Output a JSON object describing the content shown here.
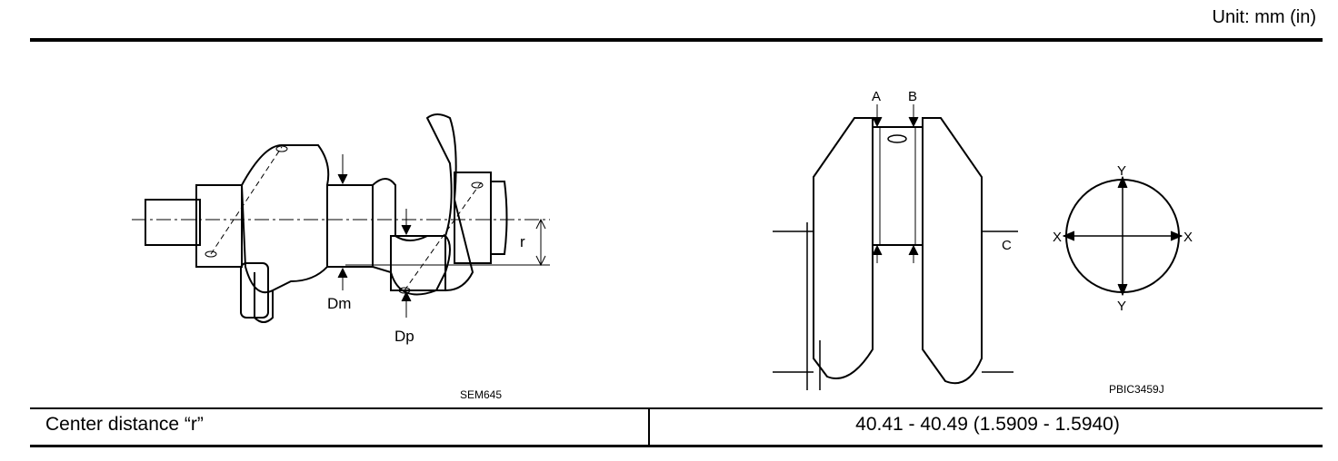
{
  "header": {
    "unit": "Unit: mm (in)"
  },
  "figures": {
    "left": {
      "id": "SEM645",
      "labels": {
        "dm": "Dm",
        "dp": "Dp",
        "r": "r"
      }
    },
    "right": {
      "id": "PBIC3459J",
      "labels": {
        "a": "A",
        "b": "B",
        "c": "C",
        "x_left": "X",
        "x_right": "X",
        "y_top": "Y",
        "y_bottom": "Y"
      }
    }
  },
  "table": {
    "rows": [
      {
        "label": "Center distance “r”",
        "value": "40.41 - 40.49 (1.5909 - 1.5940)"
      }
    ]
  }
}
